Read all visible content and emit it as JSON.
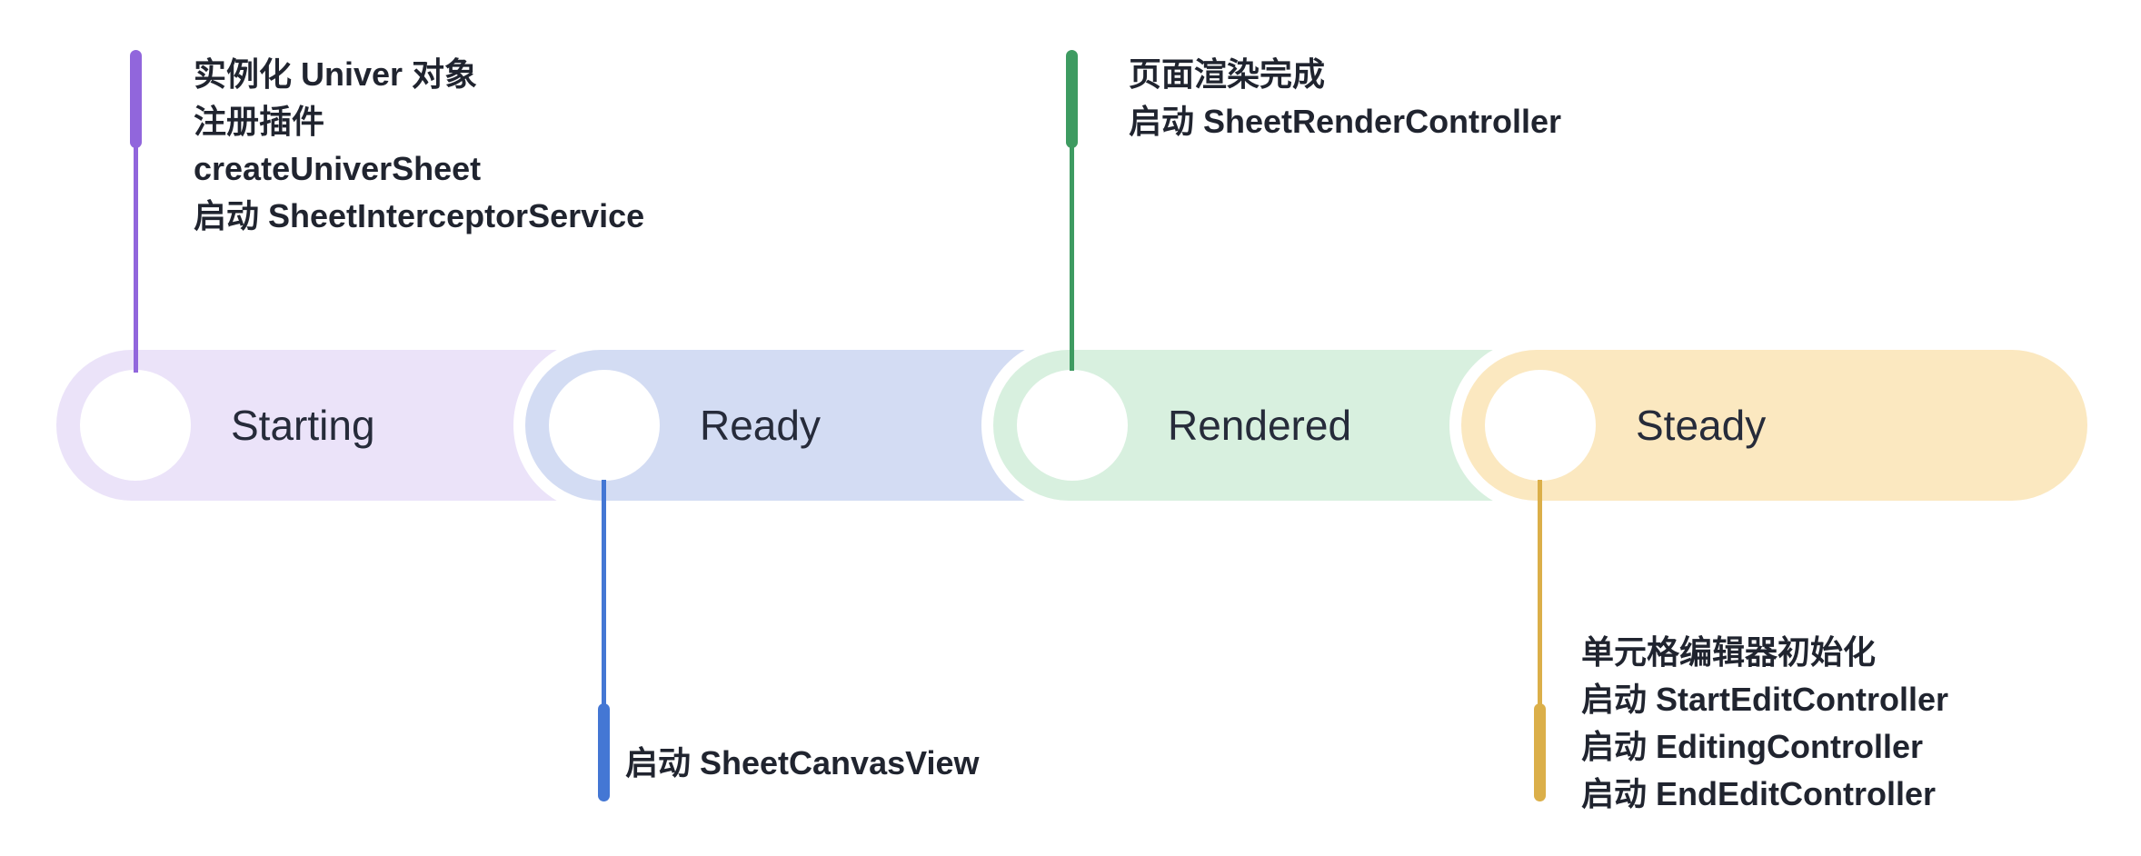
{
  "page": {
    "background_color": "#FFFFFF",
    "white_ring_color": "#FFFFFF",
    "stage_label_color": "#262B3A",
    "annotation_text_color": "#20242F"
  },
  "stages": [
    {
      "label": "Starting",
      "pill_color": "#EBE3F9",
      "marker_color": "#9166DC",
      "annotation": {
        "position": "top",
        "lines": [
          "实例化 Univer 对象",
          "注册插件",
          "createUniverSheet",
          "启动 SheetInterceptorService"
        ]
      }
    },
    {
      "label": "Ready",
      "pill_color": "#D3DCF3",
      "marker_color": "#4477D4",
      "annotation": {
        "position": "bottom",
        "lines": [
          "启动 SheetCanvasView"
        ]
      }
    },
    {
      "label": "Rendered",
      "pill_color": "#D8F0DF",
      "marker_color": "#3E9B61",
      "annotation": {
        "position": "top",
        "lines": [
          "页面渲染完成",
          "启动 SheetRenderController"
        ]
      }
    },
    {
      "label": "Steady",
      "pill_color": "#FBE8C0",
      "marker_color": "#DBAF49",
      "annotation": {
        "position": "bottom",
        "lines": [
          "单元格编辑器初始化",
          "启动 StartEditController",
          "启动 EditingController",
          "启动 EndEditController"
        ]
      }
    }
  ]
}
